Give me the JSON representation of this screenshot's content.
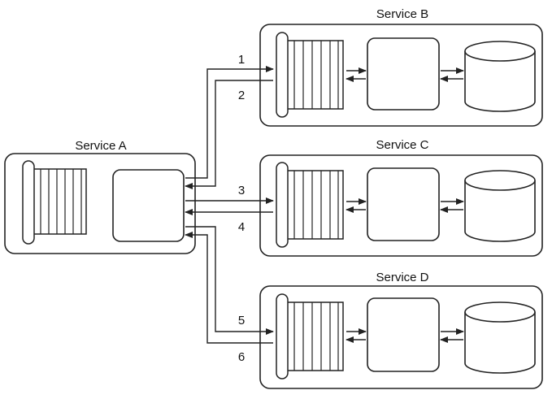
{
  "services": [
    {
      "id": "a",
      "title": "Service A"
    },
    {
      "id": "b",
      "title": "Service B"
    },
    {
      "id": "c",
      "title": "Service C"
    },
    {
      "id": "d",
      "title": "Service D"
    }
  ],
  "links": [
    {
      "label": "1"
    },
    {
      "label": "2"
    },
    {
      "label": "3"
    },
    {
      "label": "4"
    },
    {
      "label": "5"
    },
    {
      "label": "6"
    }
  ]
}
